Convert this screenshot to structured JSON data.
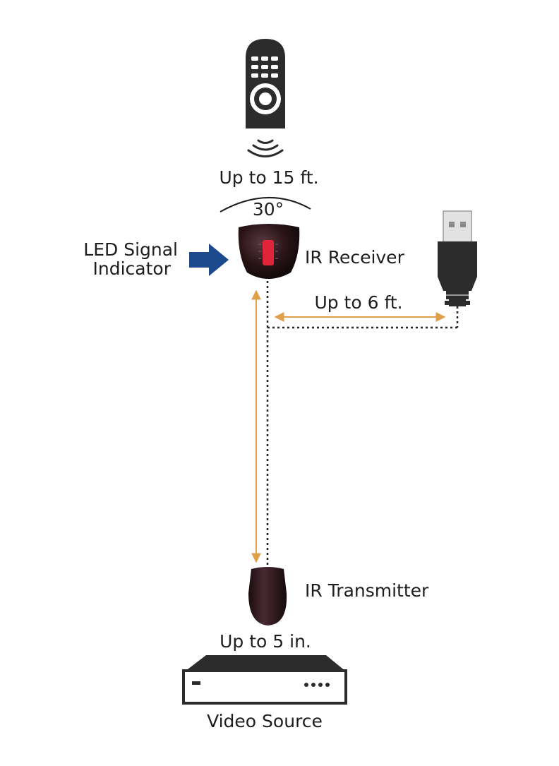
{
  "labels": {
    "remote_range": "Up to 15 ft.",
    "angle": "30°",
    "led_line1": "LED Signal",
    "led_line2": "Indicator",
    "ir_receiver": "IR Receiver",
    "usb_range": "Up to 6 ft.",
    "ir_transmitter": "IR Transmitter",
    "transmitter_range": "Up to 5 in.",
    "video_source": "Video Source"
  },
  "colors": {
    "device_dark": "#2c2c2c",
    "receiver_body": "#2a1418",
    "receiver_led": "#e0243a",
    "arrow_blue": "#1d4a8c",
    "measure_orange": "#e0a04a",
    "cable_dash": "#222222",
    "text": "#1e1e1e"
  },
  "icons": {
    "remote": "remote-control-icon",
    "signal": "ir-signal-waves-icon",
    "receiver": "ir-receiver-icon",
    "usb": "usb-plug-icon",
    "transmitter": "ir-transmitter-icon",
    "source": "video-source-box-icon",
    "arrow": "arrow-right-icon"
  }
}
